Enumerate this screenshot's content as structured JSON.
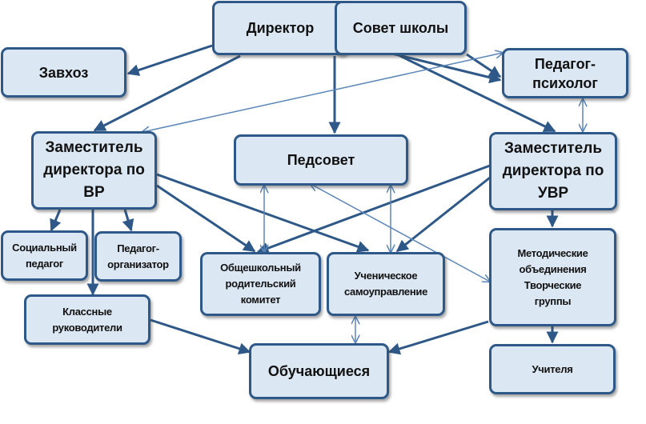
{
  "diagram": {
    "nodes": {
      "director": "Директор",
      "council": "Совет школы",
      "zavkhoz": "Завхоз",
      "psychologist": "Педагог-\nпсихолог",
      "deputy_vr": "Заместитель\nдиректора по\nВР",
      "pedsovet": "Педсовет",
      "deputy_uvr": "Заместитель\nдиректора по\nУВР",
      "social_teacher": "Социальный\nпедагог",
      "organizer": "Педагог-\nорганизатор",
      "parent_committee": "Общешкольный\nродительский\nкомитет",
      "student_government": "Ученическое\nсамоуправление",
      "methodical": "Методические\nобъединения\nТворческие\nгруппы",
      "class_teachers": "Классные\nруководители",
      "students": "Обучающиеся",
      "teachers": "Учителя"
    },
    "colors": {
      "node_fill": "#dbe7f2",
      "node_border": "#2e5887",
      "edge_dark": "#2e5887",
      "edge_light": "#5b86b8"
    }
  }
}
